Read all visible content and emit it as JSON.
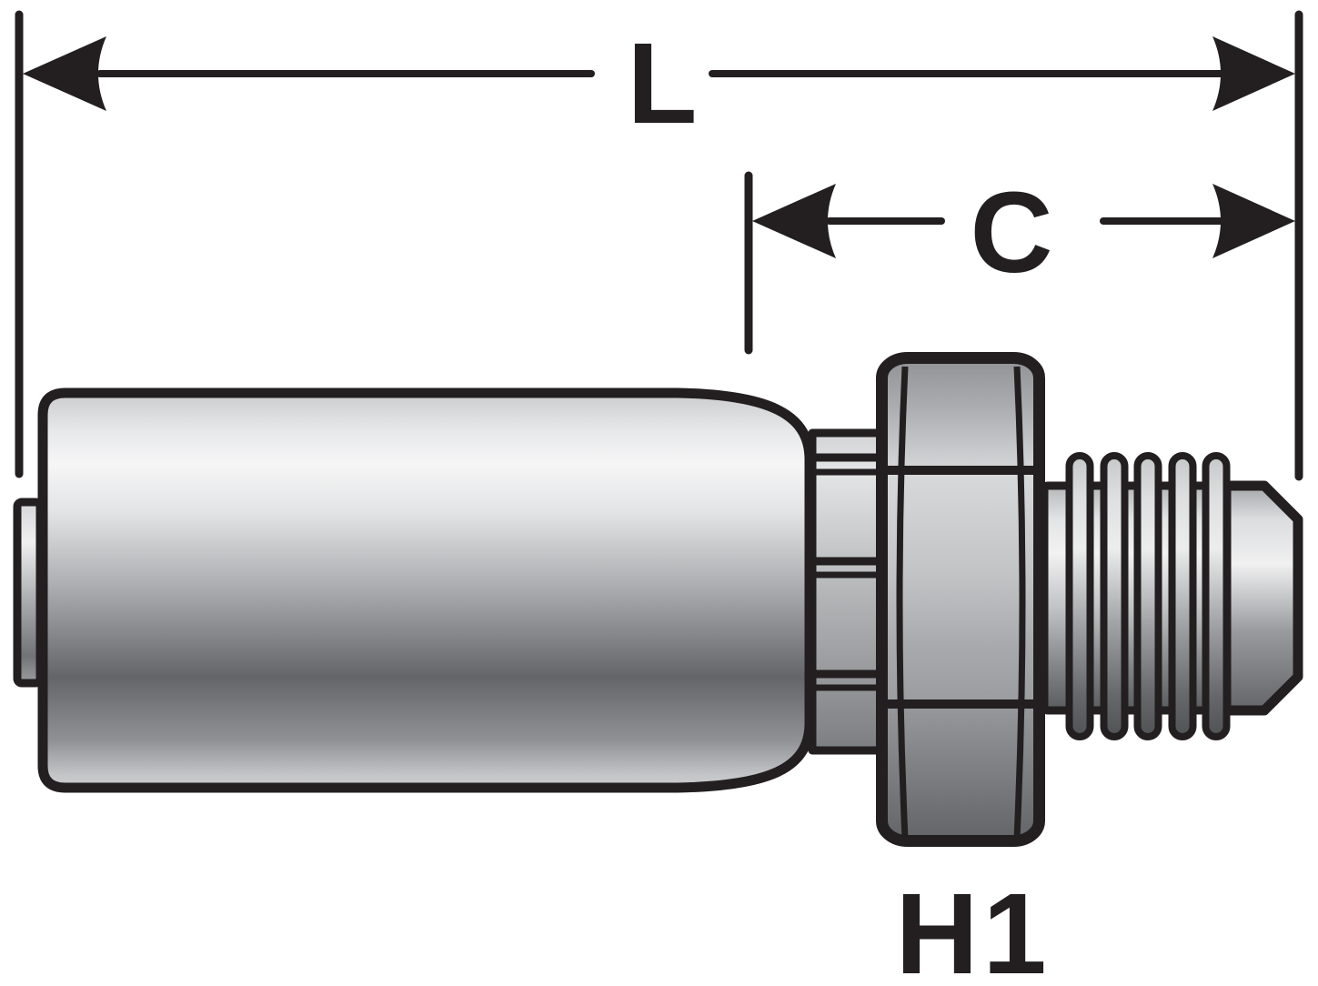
{
  "diagram": {
    "type": "technical-line-drawing",
    "subject": "crimp hose coupling fitting with hex nut and male threaded end, side elevation",
    "labels": {
      "overall_length": "L",
      "cutoff_length": "C",
      "hex_size": "H1"
    },
    "icons": {
      "left_arrowhead": "concave-back solid triangle pointing left",
      "right_arrowhead": "concave-back solid triangle pointing right"
    },
    "colors": {
      "outline": "#231f20",
      "background": "#ffffff",
      "metal_highlight": "#f6f6f7",
      "metal_mid": "#a8aaad",
      "metal_shadow": "#5f6164"
    }
  }
}
